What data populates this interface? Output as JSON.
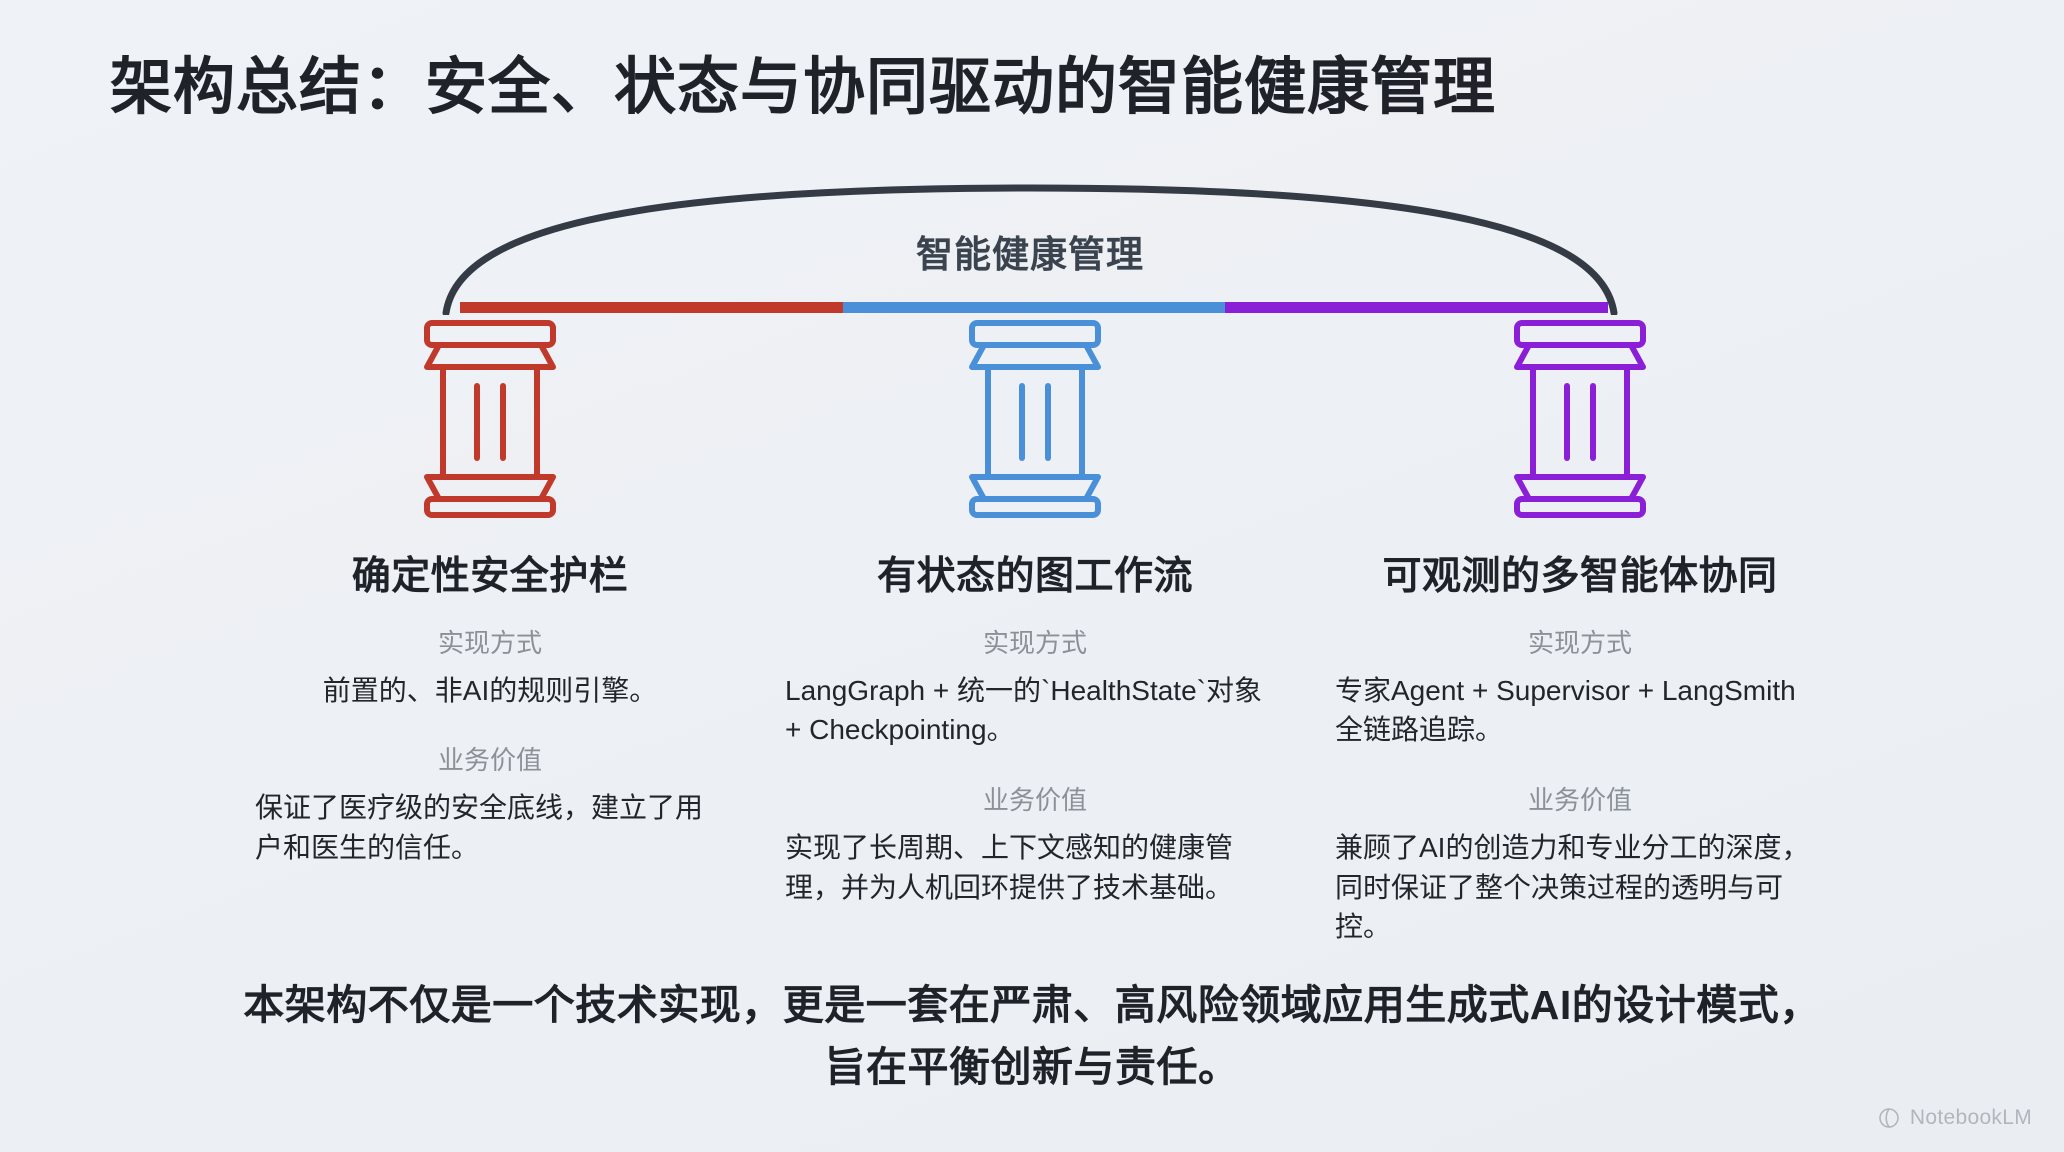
{
  "slide": {
    "title": "架构总结：安全、状态与协同驱动的智能健康管理",
    "arch_label": "智能健康管理",
    "summary": "本架构不仅是一个技术实现，更是一套在严肃、高风险领域应用生成式AI的设计模式，旨在平衡创新与责任。",
    "background_color": "#eef1f5",
    "arch_color": "#343b45"
  },
  "labels": {
    "implementation": "实现方式",
    "business_value": "业务价值"
  },
  "columns": [
    {
      "heading": "确定性安全护栏",
      "color": "#c0392b",
      "implementation_label": "实现方式",
      "implementation": "前置的、非AI的规则引擎。",
      "value_label": "业务价值",
      "value": "保证了医疗级的安全底线，建立了用户和医生的信任。",
      "icon": "pillar-icon"
    },
    {
      "heading": "有状态的图工作流",
      "color": "#4a90d9",
      "implementation_label": "实现方式",
      "implementation": "LangGraph + 统一的`HealthState`对象 + Checkpointing。",
      "value_label": "业务价值",
      "value": "实现了长周期、上下文感知的健康管理，并为人机回环提供了技术基础。",
      "icon": "pillar-icon"
    },
    {
      "heading": "可观测的多智能体协同",
      "color": "#8b1fd8",
      "implementation_label": "实现方式",
      "implementation": "专家Agent + Supervisor + LangSmith 全链路追踪。",
      "value_label": "业务价值",
      "value": "兼顾了AI的创造力和专业分工的深度，同时保证了整个决策过程的透明与可控。",
      "icon": "pillar-icon"
    }
  ],
  "watermark": {
    "text": "NotebookLM",
    "icon": "notebooklm-logo-icon"
  }
}
